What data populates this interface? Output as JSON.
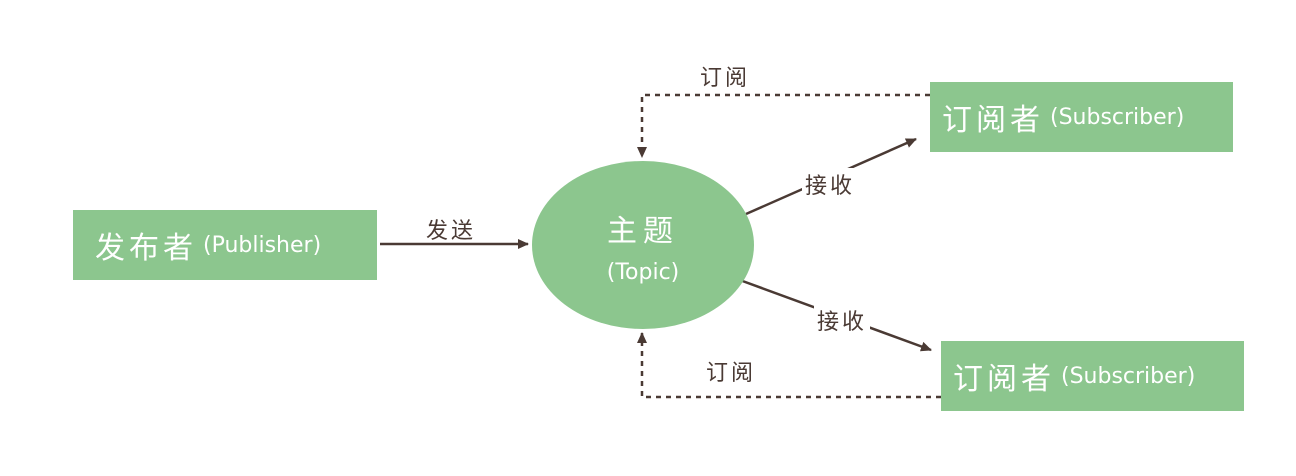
{
  "nodes": {
    "publisher": {
      "zh": "发布者",
      "en": "(Publisher)"
    },
    "topic": {
      "zh": "主题",
      "en": "(Topic)"
    },
    "subscriber_top": {
      "zh": "订阅者",
      "en": "(Subscriber)"
    },
    "subscriber_bottom": {
      "zh": "订阅者",
      "en": "(Subscriber)"
    }
  },
  "edges": {
    "publish": "发送",
    "receive_top": "接收",
    "receive_bottom": "接收",
    "subscribe_top": "订阅",
    "subscribe_bottom": "订阅"
  },
  "colors": {
    "node_fill": "#8cc68e",
    "node_text": "#ffffff",
    "arrow": "#4a3a34"
  }
}
